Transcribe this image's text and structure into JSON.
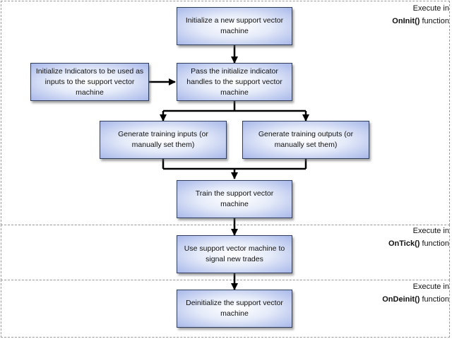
{
  "sections": {
    "init": {
      "execute_label": "Execute in",
      "function_name": "OnInit()",
      "function_suffix": " function"
    },
    "tick": {
      "execute_label": "Execute in",
      "function_name": "OnTick()",
      "function_suffix": " function"
    },
    "deinit": {
      "execute_label": "Execute in",
      "function_name": "OnDeinit()",
      "function_suffix": " function"
    }
  },
  "nodes": {
    "init_svm": "Initialize a new support vector machine",
    "init_indicators": "Initialize Indicators to be used as inputs to the support vector machine",
    "pass_handles": "Pass the initialize indicator handles to the support vector machine",
    "gen_inputs": "Generate training inputs (or manually set them)",
    "gen_outputs": "Generate training outputs (or manually set them)",
    "train": "Train the support vector machine",
    "signal": "Use support vector machine to signal new trades",
    "deinit": "Deinitialize the support vector machine"
  },
  "colors": {
    "box_border": "#2f3d5c",
    "box_fill_center": "#ffffff",
    "box_fill_edge": "#a8b8ea",
    "arrow": "#000000",
    "section_border": "#9a9a9a"
  }
}
